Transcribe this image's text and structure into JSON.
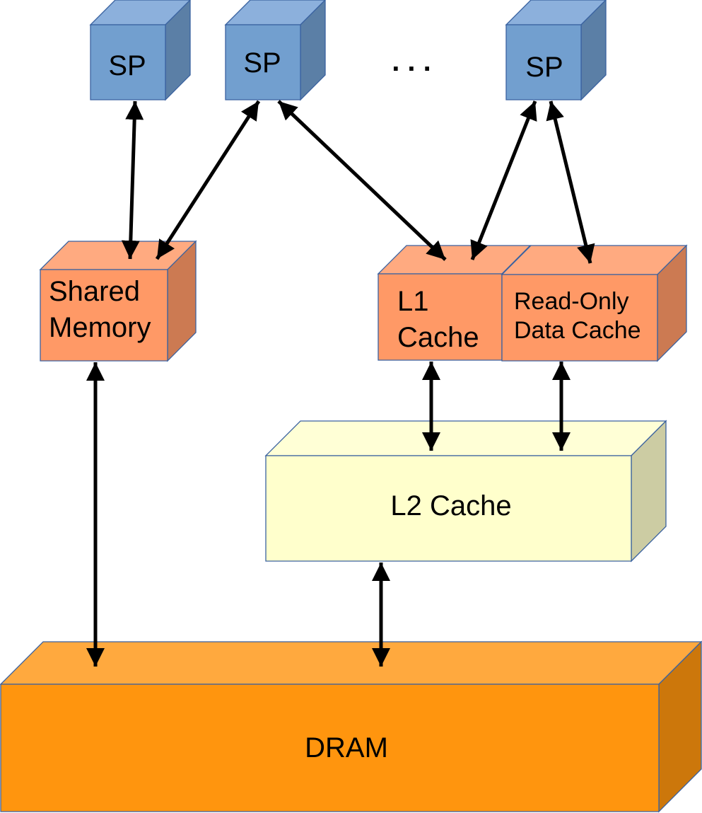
{
  "title": "GPU Memory Hierarchy",
  "colors": {
    "sp": {
      "front": "#729fcf",
      "top": "#8cb0dc",
      "side": "#5b7fa6"
    },
    "onchip": {
      "front": "#ff9966",
      "top": "#ffaa80",
      "side": "#cc7a52"
    },
    "l2": {
      "front": "#ffffcc",
      "top": "#ffffd6",
      "side": "#cccca3"
    },
    "dram": {
      "front": "#ff950e",
      "top": "#ffa93e",
      "side": "#cc770b"
    },
    "edge": "#3a62a0",
    "arrow": "#000000"
  },
  "nodes": {
    "sp1": {
      "label": "SP"
    },
    "sp2": {
      "label": "SP"
    },
    "ellipsis": {
      "label": ". . ."
    },
    "sp3": {
      "label": "SP"
    },
    "shared_memory": {
      "line1": "Shared",
      "line2": "Memory"
    },
    "l1_cache": {
      "line1": "L1",
      "line2": "Cache"
    },
    "readonly_cache": {
      "line1": "Read-Only",
      "line2": "Data Cache"
    },
    "l2_cache": {
      "label": "L2 Cache"
    },
    "dram": {
      "label": "DRAM"
    }
  },
  "connections": [
    {
      "from": "sp1",
      "to": "shared_memory",
      "bidirectional": true
    },
    {
      "from": "sp2",
      "to": "shared_memory",
      "bidirectional": true
    },
    {
      "from": "sp2",
      "to": "l1_cache",
      "bidirectional": true
    },
    {
      "from": "sp3",
      "to": "l1_cache",
      "bidirectional": true
    },
    {
      "from": "sp3",
      "to": "readonly_cache",
      "bidirectional": true
    },
    {
      "from": "l1_cache",
      "to": "l2_cache",
      "bidirectional": true
    },
    {
      "from": "readonly_cache",
      "to": "l2_cache",
      "bidirectional": true
    },
    {
      "from": "shared_memory",
      "to": "dram",
      "bidirectional": true
    },
    {
      "from": "l2_cache",
      "to": "dram",
      "bidirectional": true
    }
  ]
}
